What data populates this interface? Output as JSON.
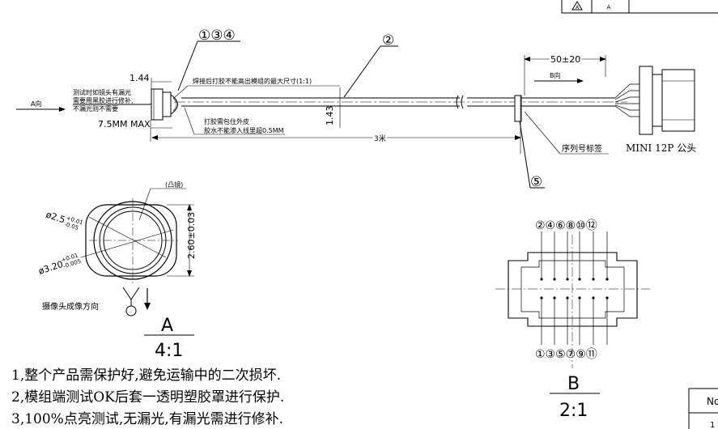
{
  "title_block": {
    "rev_symbol": "A",
    "rev_letter": "A"
  },
  "balloons": {
    "top": "①③④",
    "cable": "②",
    "label": "⑤"
  },
  "side_view": {
    "view_a_arrow": "A向",
    "dim_1_44": "1.44",
    "dim_1_43": "1.43",
    "dim_7_5": "7.5MM MAX",
    "dim_3m": "3米",
    "dim_50": "50±20",
    "b_arrow": "B向",
    "note_test": [
      "测试时如镜头有漏光",
      "需要用黑胶进行修补,",
      "不漏光则不需要"
    ],
    "note_weld": "焊接后打胶不能高出模组的最大尺寸(1:1)",
    "note_glue": [
      "打胶需包住外皮",
      "胶水不能渗入线里超0.5MM"
    ],
    "serial_label": "序列号标签",
    "connector_name": "MINI 12P 公头"
  },
  "lens_view": {
    "convex_label": "(凸镜)",
    "dia_25": "ø2.5",
    "dia_25_tol_plus": "+0.01",
    "dia_25_tol_minus": "-0.05",
    "dia_32": "ø3.20",
    "dia_32_tol_plus": "+0.01",
    "dia_32_tol_minus": "-0.005",
    "dim_260": "2.60±0.03",
    "imaging_dir": "摄像头成像方向",
    "view_name": "A",
    "scale": "4:1"
  },
  "connector_view": {
    "top_pins": "②④⑥⑧⑩⑫",
    "bottom_pins": "①③⑤⑦⑨⑪",
    "view_name": "B",
    "scale": "2:1"
  },
  "notes": [
    "1,整个产品需保护好,避免运输中的二次损坏.",
    "2,模组端测试OK后套一透明塑胶罩进行保护.",
    "3,100%点亮测试,无漏光,有漏光需进行修补."
  ],
  "table_fragment": {
    "header": "No",
    "row1": "1"
  }
}
